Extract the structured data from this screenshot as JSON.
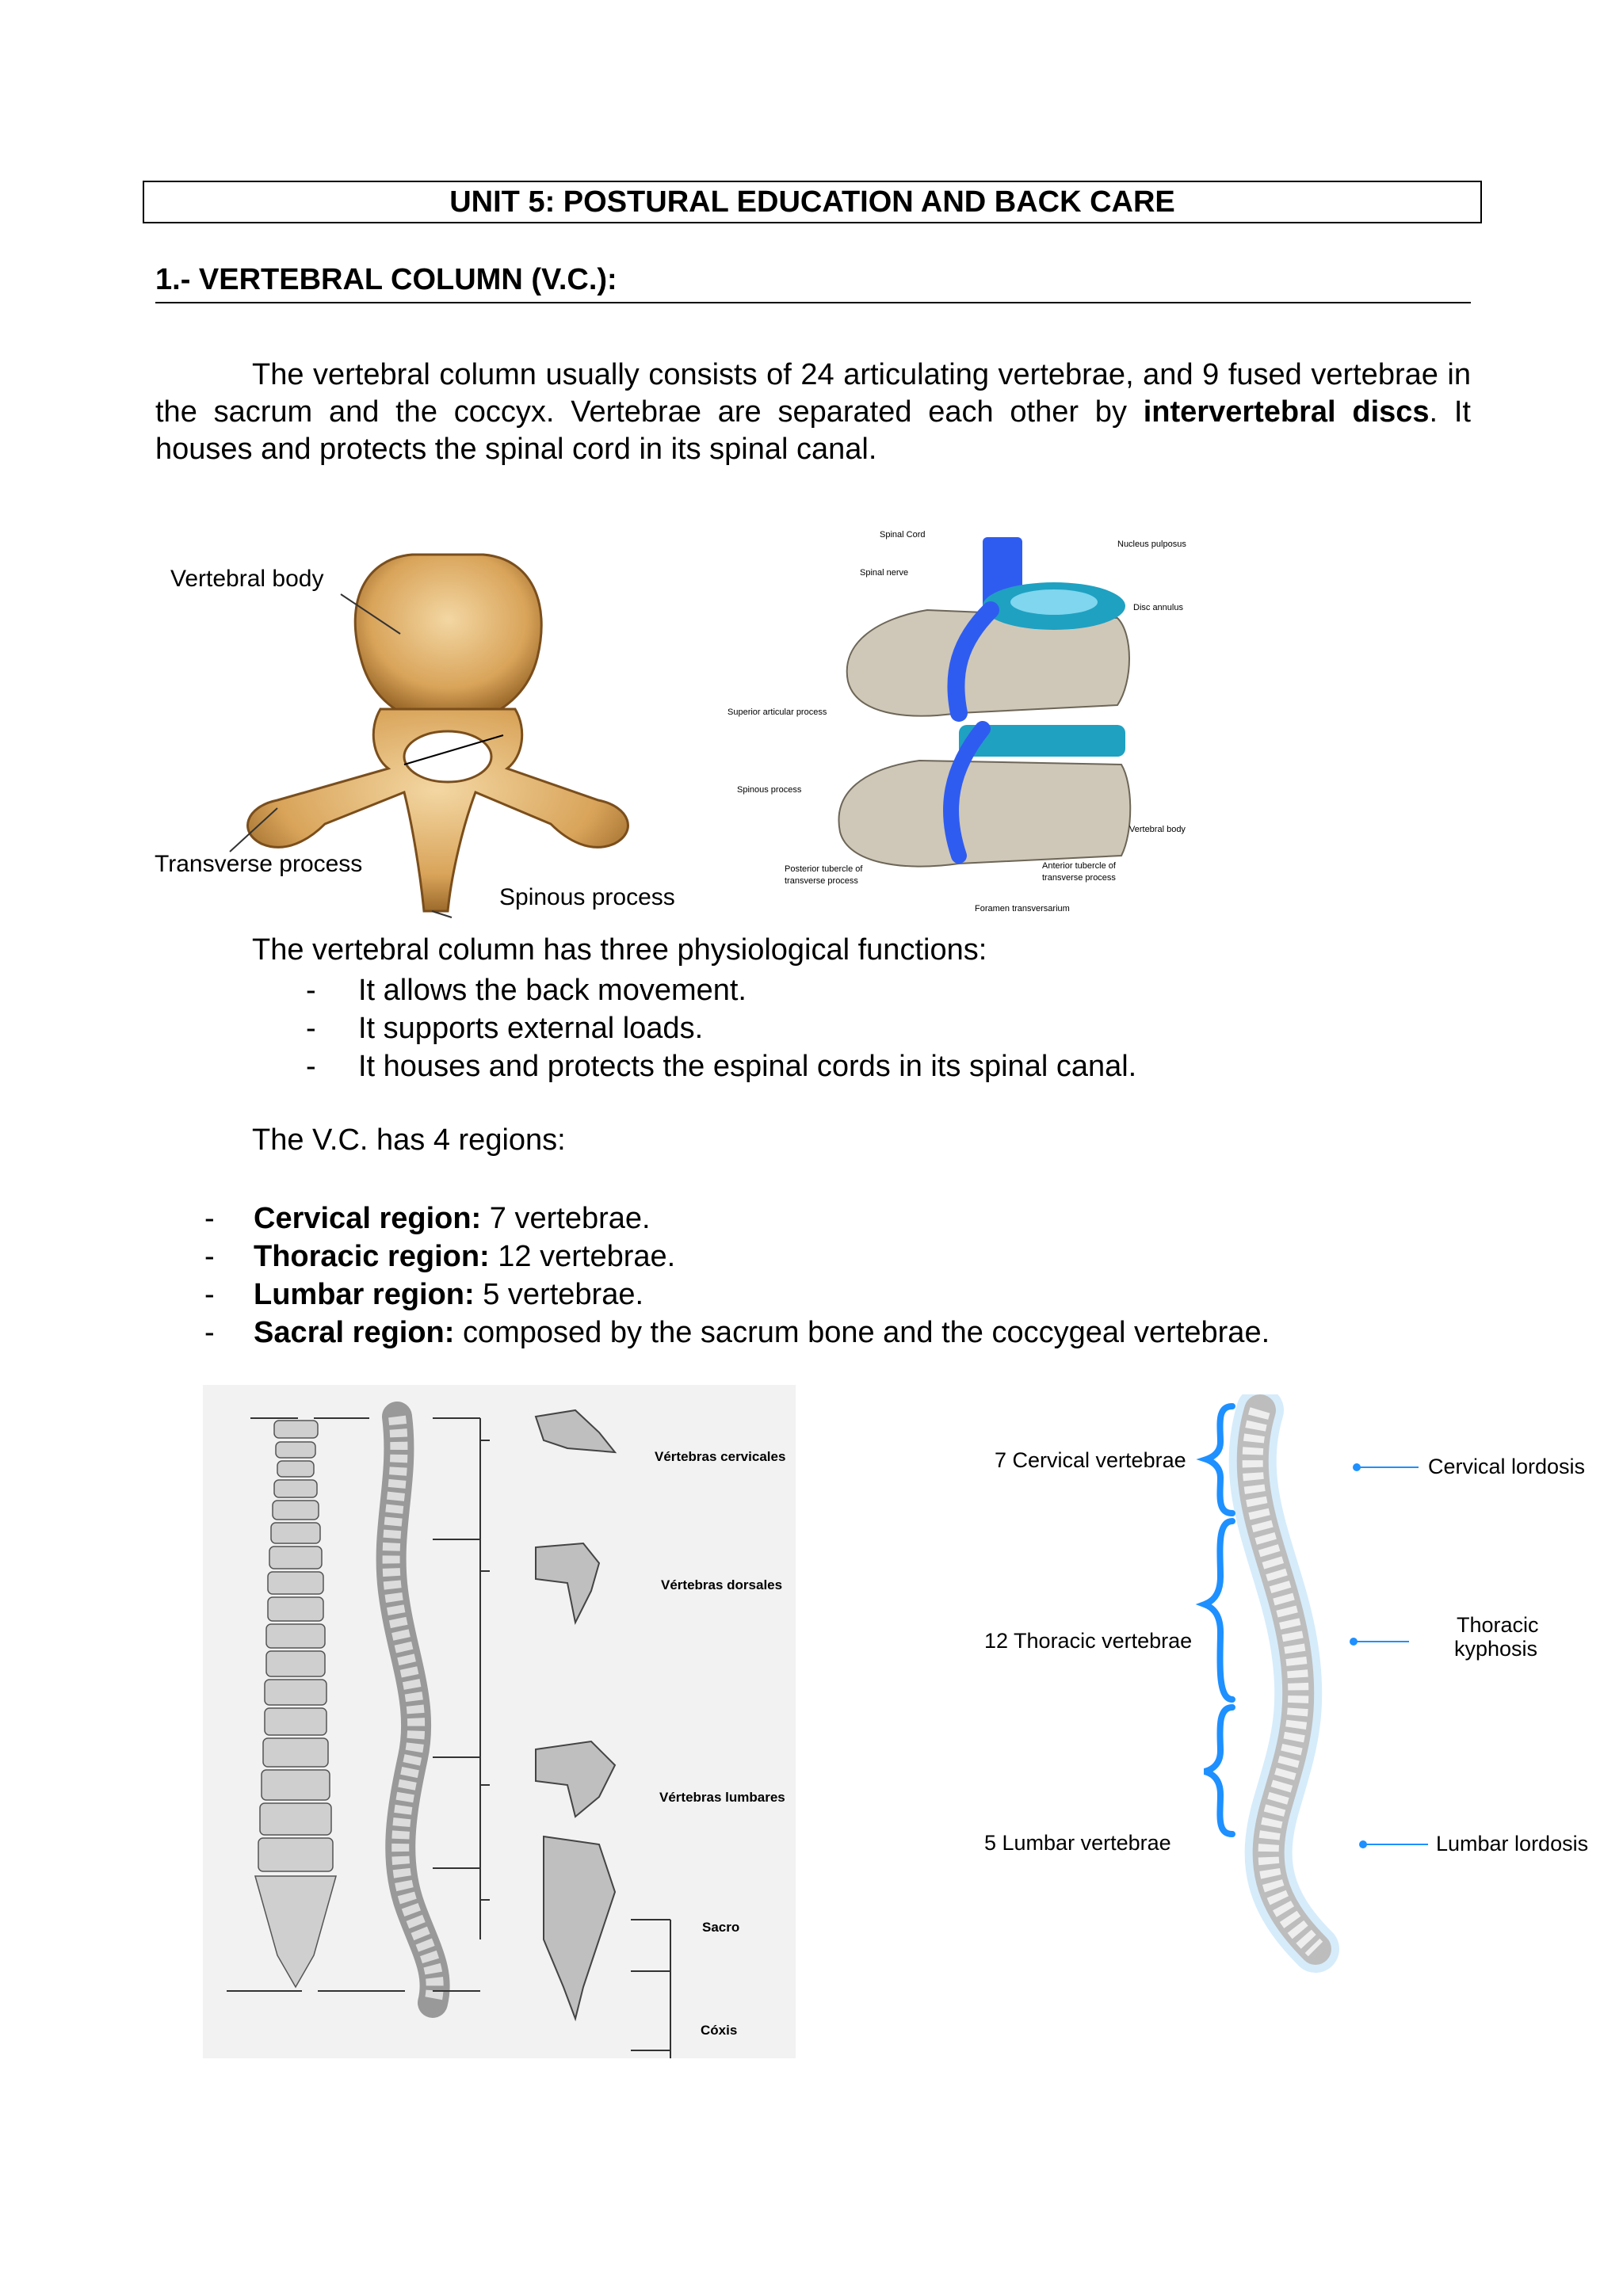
{
  "header": {
    "title": "UNIT 5: POSTURAL EDUCATION AND BACK CARE",
    "section": "1.- VERTEBRAL COLUMN (V.C.):"
  },
  "intro": {
    "part1": "The vertebral column usually consists of 24 articulating vertebrae, and 9 fused vertebrae in the sacrum and the coccyx. Vertebrae are separated each other by ",
    "bold": "intervertebral discs",
    "part2": ". It houses and protects the spinal cord in its spinal canal."
  },
  "figure1": {
    "labels": {
      "body": "Vertebral body",
      "transverse": "Transverse process",
      "spinous": "Spinous process"
    }
  },
  "figure2": {
    "labels": {
      "spinal_cord": "Spinal Cord",
      "nucleus": "Nucleus pulposus",
      "spinal_nerve": "Spinal nerve",
      "disc": "Disc annulus",
      "superior": "Superior articular process",
      "spinous": "Spinous process",
      "body": "Vertebral body",
      "posterior_1": "Posterior tubercle of",
      "posterior_2": "transverse process",
      "anterior_1": "Anterior tubercle of",
      "anterior_2": "transverse process",
      "foramen": "Foramen transversarium"
    }
  },
  "functions": {
    "lead": "The vertebral column has three physiological functions:",
    "items": [
      "It allows the back movement.",
      "It supports external loads.",
      "It houses and protects the espinal cords in its spinal canal."
    ]
  },
  "regions": {
    "lead": "The V.C. has 4 regions:",
    "items": [
      {
        "name": "Cervical region:",
        "text": " 7 vertebrae."
      },
      {
        "name": "Thoracic region:",
        "text": " 12 vertebrae."
      },
      {
        "name": "Lumbar region:",
        "text": " 5 vertebrae."
      },
      {
        "name": "Sacral region:",
        "text": " composed by the sacrum bone and the coccygeal vertebrae."
      }
    ]
  },
  "figure3": {
    "labels": {
      "cervicales": "Vértebras cervicales",
      "dorsales": "Vértebras dorsales",
      "lumbares": "Vértebras lumbares",
      "sacro": "Sacro",
      "coxis": "Cóxis"
    }
  },
  "figure4": {
    "left_labels": {
      "cervical": "7 Cervical vertebrae",
      "thoracic": "12 Thoracic vertebrae",
      "lumbar": "5 Lumbar vertebrae"
    },
    "right_labels": {
      "cervical": "Cervical lordosis",
      "thoracic_1": "Thoracic",
      "thoracic_2": "kyphosis",
      "lumbar": "Lumbar lordosis"
    },
    "accent_color": "#1e90ff"
  }
}
